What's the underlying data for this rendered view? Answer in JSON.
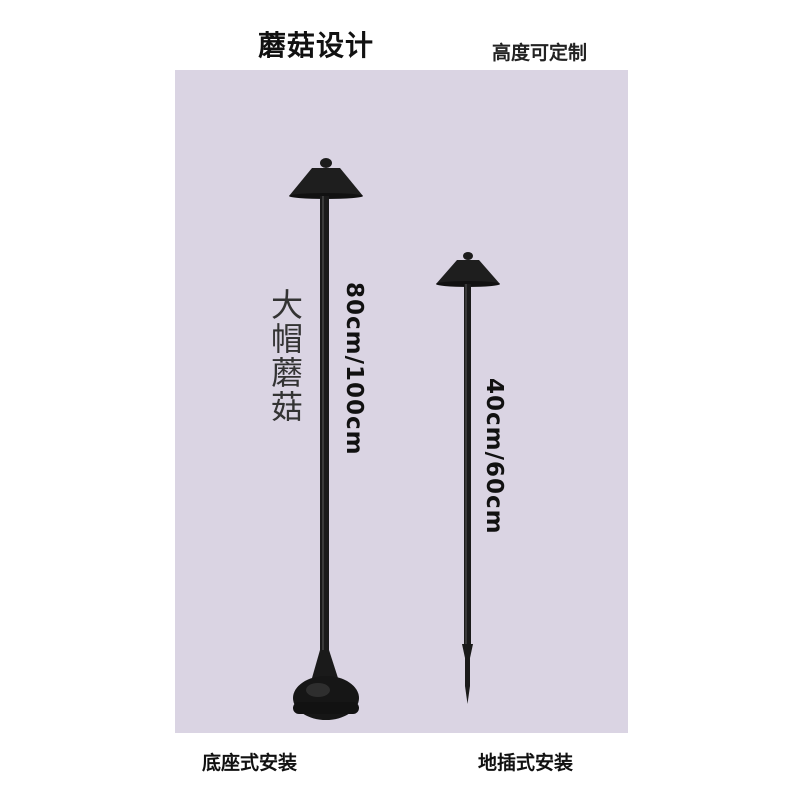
{
  "header": {
    "title": "蘑菇设计",
    "subtitle": "高度可定制"
  },
  "lamps": {
    "large": {
      "name": "大帽蘑菇",
      "height": "80cm/100cm",
      "install": "底座式安装"
    },
    "small": {
      "height": "40cm/60cm",
      "install": "地插式安装"
    }
  },
  "colors": {
    "background": "#dad4e3",
    "lamp": "#1c1c1c"
  }
}
